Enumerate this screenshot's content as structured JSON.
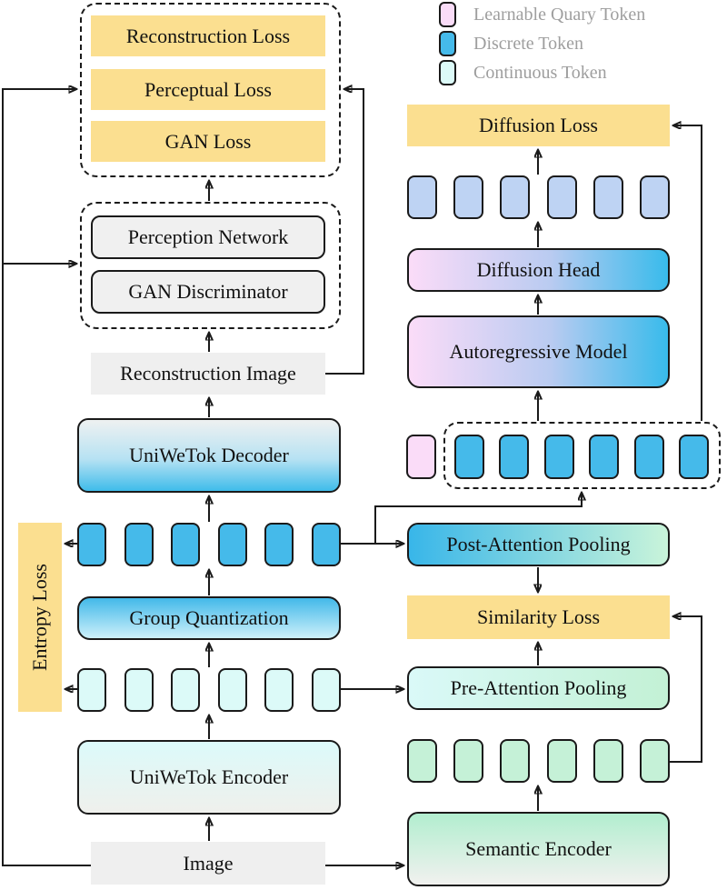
{
  "legend": {
    "items": [
      {
        "label": "Learnable Quary Token",
        "color": "#fadcf8"
      },
      {
        "label": "Discrete Token",
        "color": "#45baea"
      },
      {
        "label": "Continuous Token",
        "color": "#dcfaf8"
      }
    ]
  },
  "nodes": {
    "reconstruction_loss": "Reconstruction Loss",
    "perceptual_loss": "Perceptual Loss",
    "gan_loss": "GAN Loss",
    "perception_network": "Perception Network",
    "gan_discriminator": "GAN Discriminator",
    "reconstruction_image": "Reconstruction Image",
    "uniwetok_decoder": "UniWeTok Decoder",
    "group_quantization": "Group Quantization",
    "uniwetok_encoder": "UniWeTok Encoder",
    "image": "Image",
    "entropy_loss": "Entropy Loss",
    "diffusion_loss": "Diffusion Loss",
    "diffusion_head": "Diffusion Head",
    "autoregressive_model": "Autoregressive Model",
    "post_attention_pooling": "Post-Attention Pooling",
    "similarity_loss": "Similarity Loss",
    "pre_attention_pooling": "Pre-Attention Pooling",
    "semantic_encoder": "Semantic Encoder"
  },
  "tokens": {
    "discrete_row": {
      "count": 6
    },
    "continuous_row": {
      "count": 6
    },
    "diffusion_row": {
      "count": 6
    },
    "ar_context_row": {
      "count": 6
    },
    "semantic_row": {
      "count": 6
    },
    "learnable_query": {
      "count": 1
    }
  },
  "colors": {
    "loss_yellow": "#fbdf90",
    "discrete_blue": "#45baea",
    "continuous_cyan": "#dcfaf8",
    "learnable_pink": "#fadcf8",
    "diffusion_token_blue": "#bed3f3",
    "semantic_token_green": "#c5f1d7",
    "legend_text_gray": "#9e9e9e",
    "wire_black": "#1a1a1a"
  }
}
